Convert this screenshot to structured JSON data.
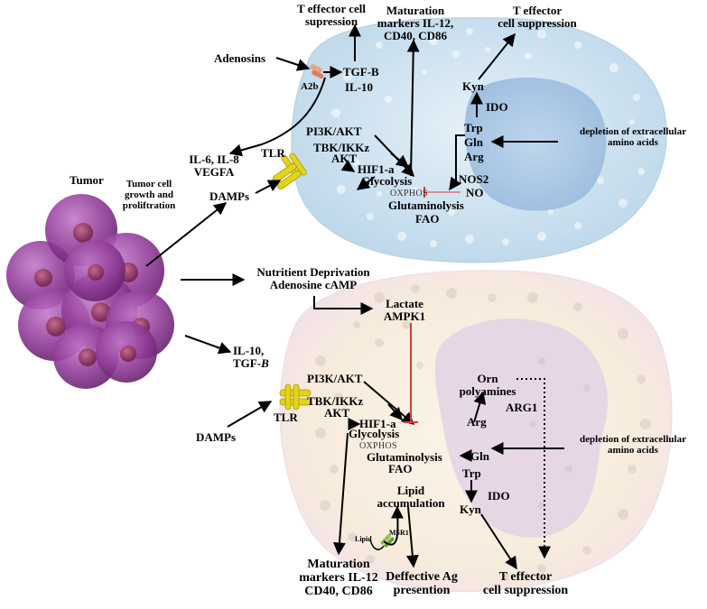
{
  "top": {
    "t_supp_left": "T effector cell\nsupression",
    "maturation": "Maturation\nmarkers IL-12,\nCD40, CD86",
    "t_supp_right": "T effector\ncell suppression",
    "adenosins": "Adenosins",
    "a2b": "A2b",
    "tgfb": "TGF-B",
    "il10": "IL-10",
    "kyn": "Kyn",
    "ido": "IDO",
    "trp": "Trp",
    "gln": "Gln",
    "arg": "Arg",
    "depletion": "depletion of extracellular\namino acids",
    "pi3k": "PI3K/AKT",
    "tbk": "TBK/IKKz",
    "akt": "AKT",
    "hif": "HIF1-a",
    "glycolysis": "Glycolysis",
    "oxphos": "OXPHOS",
    "nos2": "NOS2",
    "no": "NO",
    "glutaminolysis": "Glutaminolysis",
    "fao": "FAO",
    "il6": "IL-6, IL-8\nVEGFA",
    "tlr": "TLR",
    "tumor": "Tumor",
    "growth": "Tumor cell\ngrowth and\nproliftration",
    "damps": "DAMPs"
  },
  "middle": {
    "nutrient": "Nutritient Deprivation\nAdenosine cAMP",
    "lactate": "Lactate\nAMPK1",
    "il10tgf": "IL-10,\nTGF-",
    "il10tgf_b": "B"
  },
  "bottom": {
    "pi3k": "PI3K/AKT",
    "tbk": "TBK/IKKz",
    "akt": "AKT",
    "hif": "HIF1-a",
    "glycolysis": "Glycolysis",
    "oxphos": "OXPHOS",
    "glutaminolysis": "Glutaminolysis",
    "fao": "FAO",
    "tlr": "TLR",
    "damps": "DAMPs",
    "orn": "Orn\npolyamines",
    "arg1": "ARG1",
    "arg": "Arg",
    "gln": "Gln",
    "trp": "Trp",
    "ido": "IDO",
    "kyn": "Kyn",
    "depletion": "depletion of extracellular\namino acids",
    "lipid_acc": "Lipid\naccumulation",
    "lipid": "Lipid",
    "msr1": "MSR1",
    "maturation": "Maturation\nmarkers IL-12\nCD40, CD86",
    "defective": "Deffective Ag\npresention",
    "t_supp": "T effector\ncell suppression"
  },
  "colors": {
    "cell_top": "#d2e6f2",
    "nucleus_top": "#a9c7e2",
    "cell_bottom": "#faf1e4",
    "nucleus_bottom": "#e6d9e8",
    "tumor": "#8f3f98",
    "receptor": "#e3d418",
    "inhibit": "#d93a3a"
  }
}
